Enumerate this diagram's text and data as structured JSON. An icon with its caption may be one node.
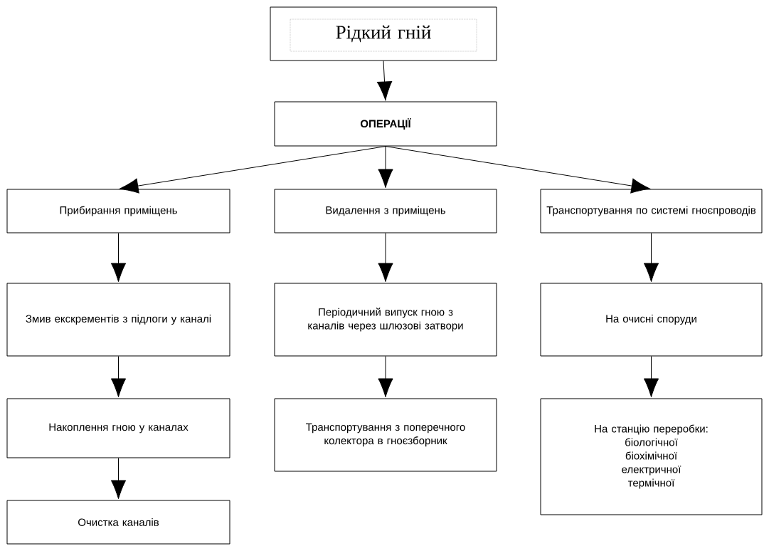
{
  "diagram": {
    "nodes": [
      {
        "text": [
          "Рідкий гній"
        ]
      },
      {
        "text": [
          "ОПЕРАЦІЇ"
        ]
      },
      {
        "text": [
          "Прибирання приміщень"
        ]
      },
      {
        "text": [
          "Видалення з приміщень"
        ]
      },
      {
        "text": [
          "Транспортування по системі гноєпроводів"
        ]
      },
      {
        "text": [
          "Змив екскрементів з підлоги у каналі"
        ]
      },
      {
        "text": [
          "Періодичний випуск гною з каналів через шлюзові затвори"
        ]
      },
      {
        "text": [
          "На очисні споруди"
        ]
      },
      {
        "text": [
          "Накоплення гною у каналах"
        ]
      },
      {
        "text": [
          "Транспортування з поперечного колектора в гноєзборник"
        ]
      },
      {
        "text": [
          "На станцію переробки:",
          "біологічної",
          "біохімічної",
          "електричної",
          "термічної"
        ]
      },
      {
        "text": [
          "Очистка каналів"
        ]
      }
    ],
    "edges": [
      {
        "from": 0,
        "to": 1,
        "arrow": "to"
      },
      {
        "from": 1,
        "to": 2,
        "arrow": "to"
      },
      {
        "from": 1,
        "to": 3,
        "arrow": "to"
      },
      {
        "from": 1,
        "to": 4,
        "arrow": "to"
      },
      {
        "from": 2,
        "to": 5,
        "arrow": "to"
      },
      {
        "from": 3,
        "to": 6,
        "arrow": "to"
      },
      {
        "from": 4,
        "to": 7,
        "arrow": "to"
      },
      {
        "from": 5,
        "to": 8,
        "arrow": "to"
      },
      {
        "from": 6,
        "to": 9,
        "arrow": "to"
      },
      {
        "from": 7,
        "to": 10,
        "arrow": "to"
      },
      {
        "from": 8,
        "to": 11,
        "arrow": "to"
      }
    ]
  }
}
